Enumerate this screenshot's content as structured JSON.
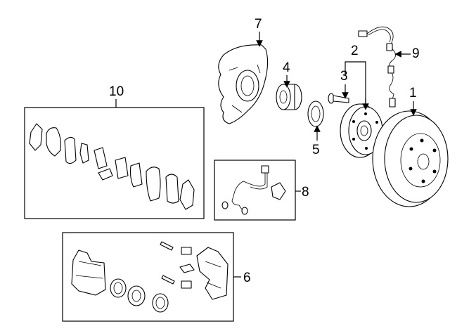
{
  "callouts": [
    {
      "id": "1",
      "label": "1"
    },
    {
      "id": "2",
      "label": "2"
    },
    {
      "id": "3",
      "label": "3"
    },
    {
      "id": "4",
      "label": "4"
    },
    {
      "id": "5",
      "label": "5"
    },
    {
      "id": "6",
      "label": "6"
    },
    {
      "id": "7",
      "label": "7"
    },
    {
      "id": "8",
      "label": "8"
    },
    {
      "id": "9",
      "label": "9"
    },
    {
      "id": "10",
      "label": "10"
    }
  ],
  "colors": {
    "stroke": "#000000",
    "background": "#ffffff"
  }
}
